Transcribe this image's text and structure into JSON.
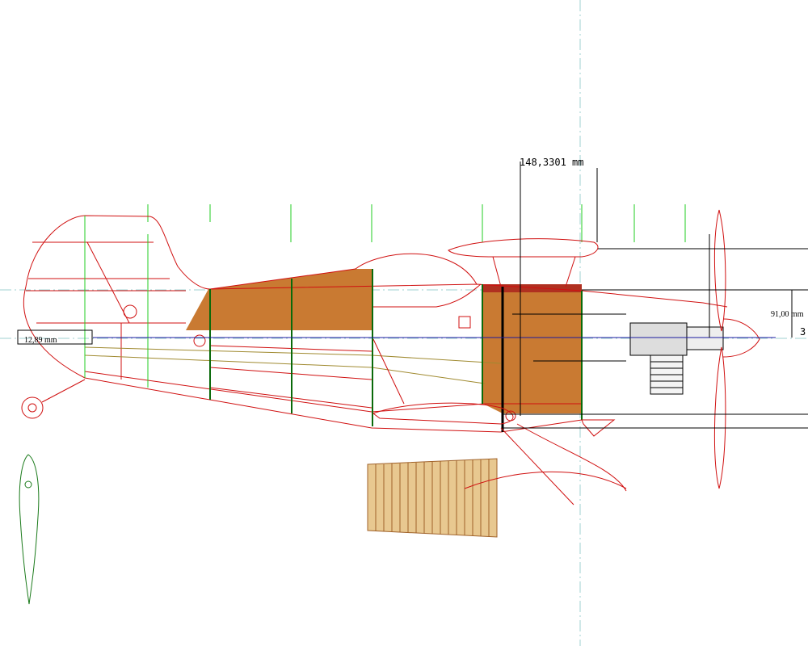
{
  "drawing": {
    "dimensions": {
      "top_length": "148,3301 mm",
      "right_height": "91,00 mm",
      "left_offset": "12,89 mm",
      "right_edge_label": "3"
    },
    "colors": {
      "outline": "#d01010",
      "fill": "#c97a32",
      "frame": "#22cc22",
      "centerline": "#9fd0d0",
      "axis": "#1a1aa0"
    }
  }
}
